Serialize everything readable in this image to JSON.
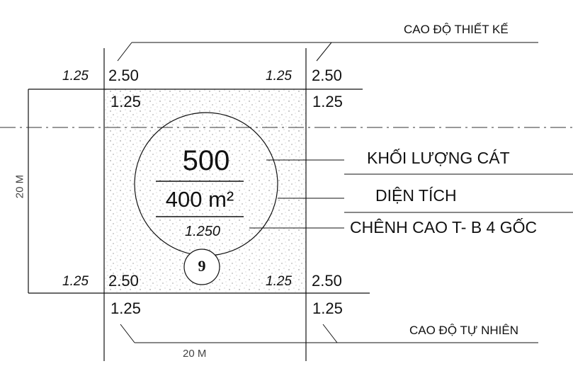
{
  "labels": {
    "design_elevation": "CAO ĐỘ THIẾT KẾ",
    "natural_elevation": "CAO ĐỘ TỰ NHIÊN",
    "sand_volume": "KHỐI LƯỢNG  CÁT",
    "area": "DIỆN TÍCH",
    "height_diff": "CHÊNH CAO T- B 4 GỐC",
    "dim_width": "20  M",
    "dim_height": "20  M"
  },
  "cell": {
    "volume": "500",
    "area": "400 m²",
    "avg_diff": "1.250",
    "index": "9"
  },
  "corners": {
    "top_left": {
      "diff": "1.25",
      "design": "2.50",
      "natural": "1.25"
    },
    "top_right": {
      "diff": "1.25",
      "design": "2.50",
      "natural": "1.25"
    },
    "bottom_left": {
      "diff": "1.25",
      "design": "2.50",
      "natural": "1.25"
    },
    "bottom_right": {
      "diff": "1.25",
      "design": "2.50",
      "natural": "1.25"
    }
  }
}
